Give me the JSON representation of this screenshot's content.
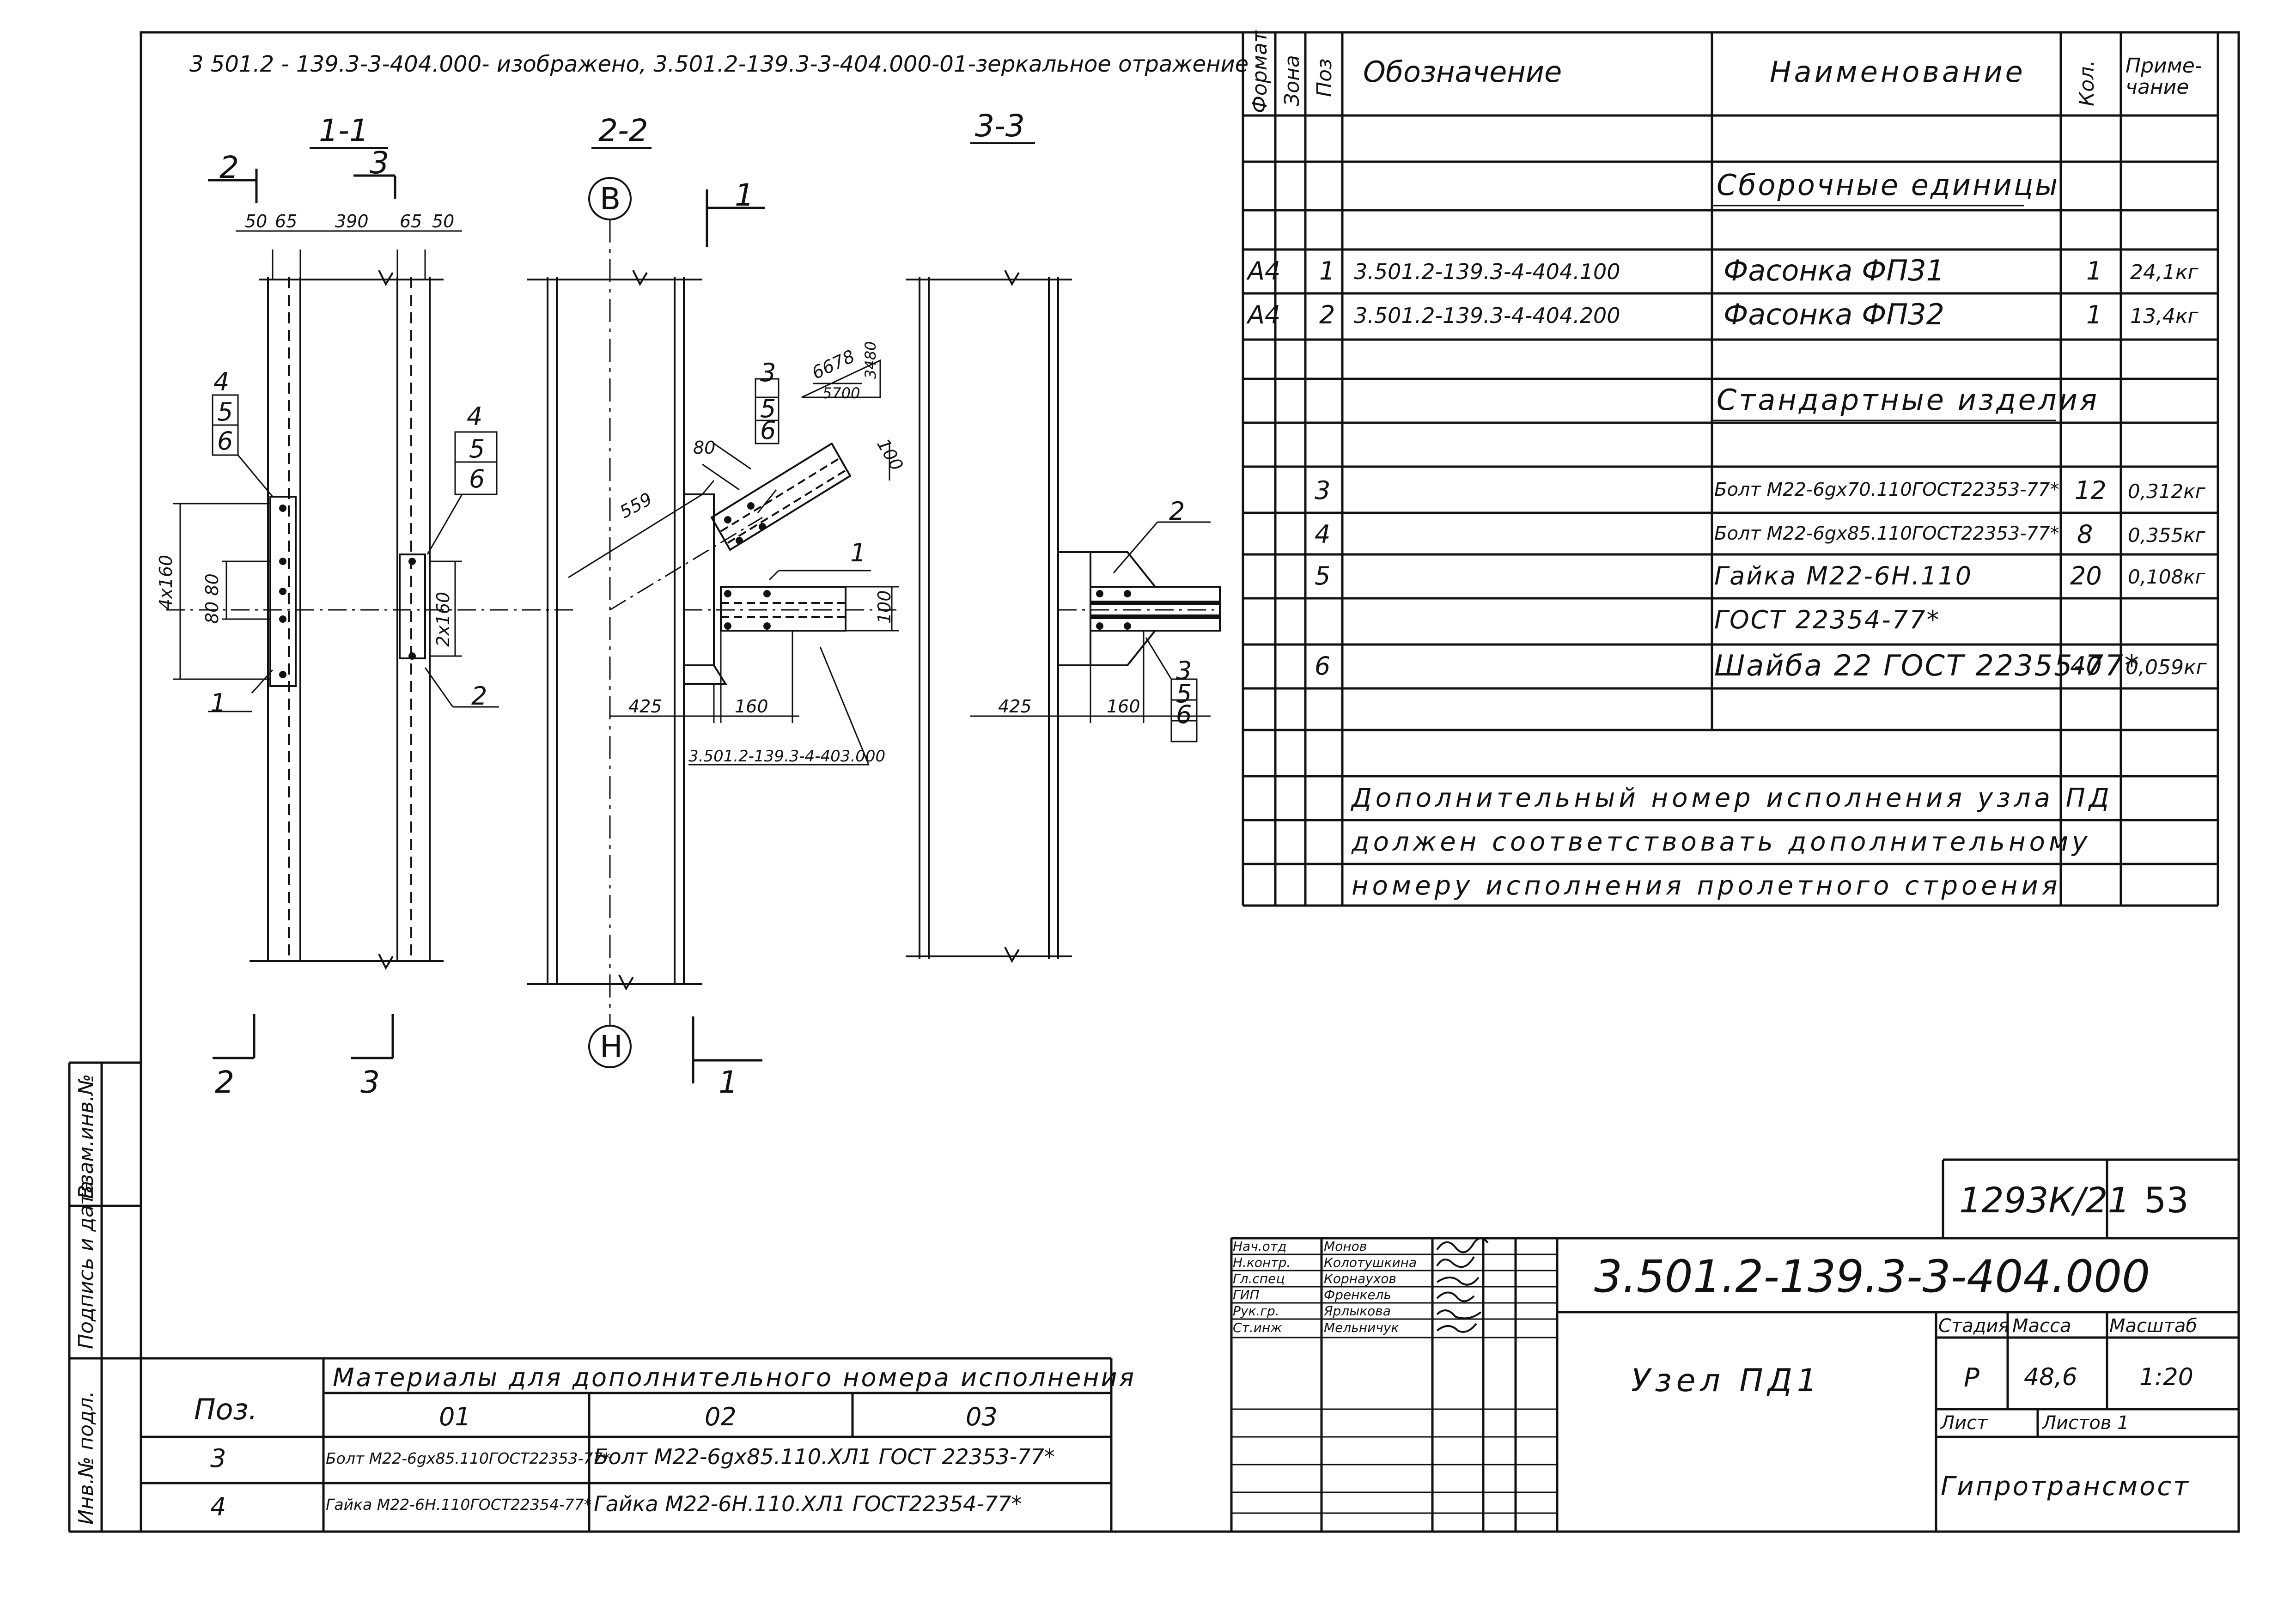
{
  "header_note": "3 501.2 - 139.3-3-404.000- изображено, 3.501.2-139.3-3-404.000-01-зеркальное отражение",
  "sections": {
    "s11": "1-1",
    "s22": "2-2",
    "s33": "3-3",
    "cut2": "2",
    "cut3": "3",
    "cut1": "1",
    "cutB": "В",
    "cutH": "Н"
  },
  "dims": {
    "d50a": "50",
    "d65a": "65",
    "d390": "390",
    "d65b": "65",
    "d50b": "50",
    "d4x160": "4x160",
    "d8080": "80 80",
    "d2x160": "2x160",
    "d559": "559",
    "d80": "80",
    "d100a": "100",
    "d100b": "100",
    "d425a": "425",
    "d160a": "160",
    "d425b": "425",
    "d160b": "160",
    "tri1": "6678",
    "tri2": "5700",
    "tri3": "3480"
  },
  "callouts": {
    "c4a": "4",
    "c5a": "5",
    "c6a": "6",
    "c4b": "4",
    "c5b": "5",
    "c6b": "6",
    "c1a": "1",
    "c2a": "2",
    "c3c": "3",
    "c5c": "5",
    "c6c": "6",
    "c1b": "1",
    "c2b": "2",
    "c3d": "3",
    "c5d": "5",
    "c6d": "6",
    "ref": "3.501.2-139.3-4-403.000"
  },
  "spec": {
    "headers": {
      "format": "Формат",
      "zone": "Зона",
      "pos": "Поз",
      "designation": "Обозначение",
      "name": "Наименование",
      "qty": "Кол.",
      "note": "Приме-\nчание"
    },
    "group1": "Сборочные единицы",
    "group2": "Стандартные изделия",
    "rows": [
      {
        "format": "А4",
        "pos": "1",
        "designation": "3.501.2-139.3-4-404.100",
        "name": "Фасонка ФП31",
        "qty": "1",
        "note": "24,1кг"
      },
      {
        "format": "А4",
        "pos": "2",
        "designation": "3.501.2-139.3-4-404.200",
        "name": "Фасонка ФП32",
        "qty": "1",
        "note": "13,4кг"
      },
      {
        "pos": "3",
        "name": "Болт М22-6gx70.110ГОСТ22353-77*",
        "qty": "12",
        "note": "0,312кг"
      },
      {
        "pos": "4",
        "name": "Болт М22-6gx85.110ГОСТ22353-77*",
        "qty": "8",
        "note": "0,355кг"
      },
      {
        "pos": "5",
        "name": "Гайка М22-6Н.110",
        "qty": "20",
        "note": "0,108кг"
      },
      {
        "name": "ГОСТ 22354-77*"
      },
      {
        "pos": "6",
        "name": "Шайба 22 ГОСТ 22355-77*",
        "qty": "40",
        "note": "0,059кг"
      }
    ],
    "notes": [
      "Дополнительный номер исполнения узла ПД",
      "должен соответствовать дополнительному",
      "номеру исполнения пролетного строения"
    ]
  },
  "materials": {
    "pos_header": "Поз.",
    "title": "Материалы для дополнительного номера исполнения",
    "cols": [
      "01",
      "02",
      "03"
    ],
    "rows": [
      {
        "pos": "3",
        "c01": "Болт М22-6gx85.110ГОСТ22353-77*",
        "c0203": "Болт М22-6gx85.110.ХЛ1 ГОСТ 22353-77*"
      },
      {
        "pos": "4",
        "c01": "Гайка М22-6Н.110ГОСТ22354-77*",
        "c0203": "Гайка М22-6Н.110.ХЛ1 ГОСТ22354-77*"
      }
    ]
  },
  "side_labels": [
    "Инв.№ подл.",
    "Подпись и дата",
    "Взам.инв.№"
  ],
  "stamp": {
    "doc_code": "3.501.2-139.3-3-404.000",
    "title": "Узел ПД1",
    "org": "Гипротрансмост",
    "album": "1293К/21",
    "page": "53",
    "stage_h": "Стадия",
    "mass_h": "Масса",
    "scale_h": "Масштаб",
    "stage": "Р",
    "mass": "48,6",
    "scale": "1:20",
    "sheet_h": "Лист",
    "sheets_h": "Листов 1",
    "people": [
      {
        "role": "Нач.отд",
        "name": "Монов"
      },
      {
        "role": "Н.контр.",
        "name": "Колотушкина"
      },
      {
        "role": "Гл.спец",
        "name": "Корнаухов"
      },
      {
        "role": "ГИП",
        "name": "Френкель"
      },
      {
        "role": "Рук.гр.",
        "name": "Ярлыкова"
      },
      {
        "role": "Ст.инж",
        "name": "Мельничук"
      }
    ]
  }
}
